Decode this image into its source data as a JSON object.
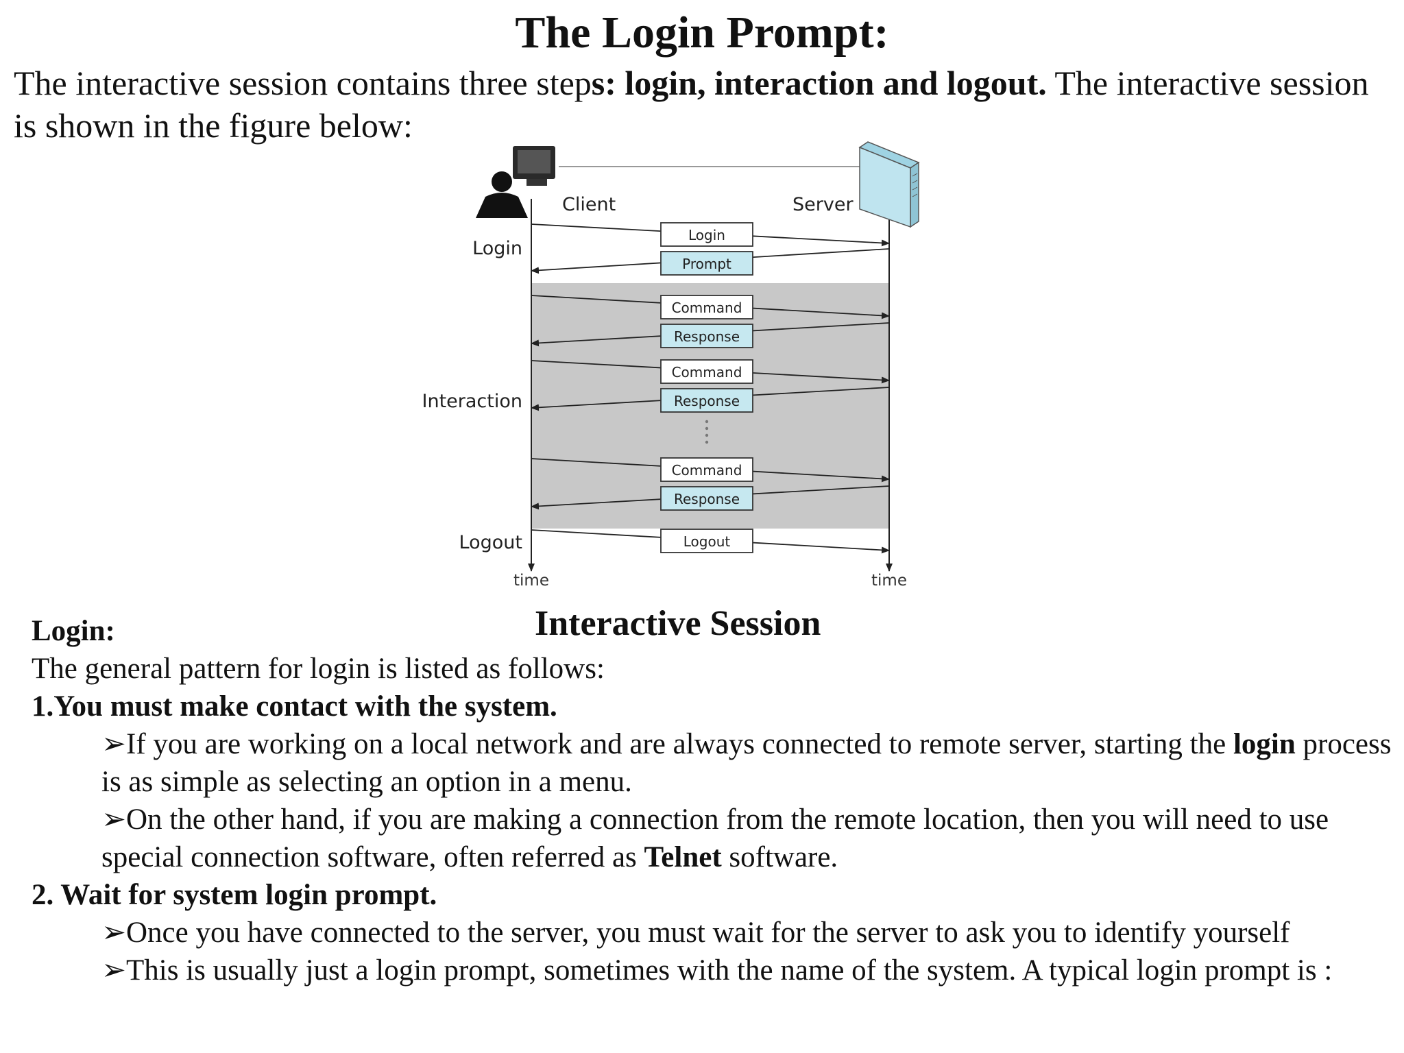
{
  "page": {
    "title": "The Login Prompt:",
    "intro": {
      "part1": "The interactive session contains three step",
      "part2": "s: login, interaction and logout.",
      "part3": " The interactive session is shown in the figure below:"
    },
    "caption": "Interactive Session"
  },
  "diagram": {
    "client_label": "Client",
    "server_label": "Server",
    "phase_login": "Login",
    "phase_interaction": "Interaction",
    "phase_logout": "Logout",
    "time_label": "time",
    "messages": {
      "login": "Login",
      "prompt": "Prompt",
      "command": "Command",
      "response": "Response",
      "logout": "Logout"
    },
    "colors": {
      "interaction_band": "#c8c8c8",
      "reply_box": "#c6e8f0",
      "server_body": "#bfe4ef"
    }
  },
  "content": {
    "login_heading": "Login:",
    "login_intro": "The general pattern for login is listed as follows:",
    "step1": "1.You must make contact with the system.",
    "bullet_glyph": "➢",
    "b1_text": "If you are working on a local network and are always connected to remote server, starting the ",
    "b1_bold": "login",
    "b1_rest": " process is as simple as  selecting an option in a menu.",
    "b2_text": "On the other hand, if you are making a connection from the remote location, then you will need to use special connection  software, often referred as ",
    "b2_bold": "Telnet",
    "b2_rest": " software.",
    "step2": "2. Wait for system login prompt.",
    "b3_text": "Once you have connected to the server, you must wait for the server to ask you to  identify yourself",
    "b4_text": "This is usually just a login prompt, sometimes with the name of the system. A typical login prompt is :"
  }
}
